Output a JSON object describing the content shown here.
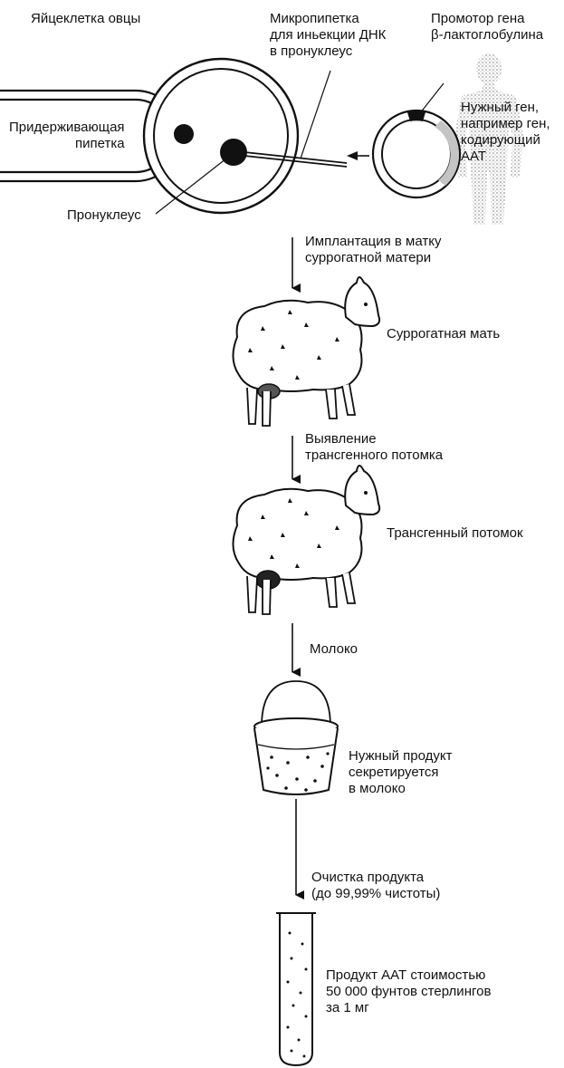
{
  "labels": {
    "egg_cell": "Яйцеклетка овцы",
    "micropipette": "Микропипетка\nдля иньекции ДНК\nв пронуклеус",
    "promoter": "Промотор гена\nβ-лактоглобулина",
    "holding_pipette": "Придерживающая\nпипетка",
    "target_gene": "Нужный ген,\nнапример ген,\nкодирующий\nААТ",
    "pronucleus": "Пронуклеус",
    "implantation": "Имплантация в матку\nсуррогатной матери",
    "surrogate": "Суррогатная мать",
    "detection": "Выявление\nтрансгенного потомка",
    "transgenic": "Трансгенный потомок",
    "milk": "Молоко",
    "secreted": "Нужный продукт\nсекретируется\nв молоко",
    "purification": "Очистка продукта\n(до 99,99% чистоты)",
    "product": "Продукт ААТ стоимостью\n50 000 фунтов стерлингов\nза 1 мг"
  },
  "icons": [
    "egg-cell-icon",
    "holding-pipette-icon",
    "micropipette-icon",
    "plasmid-icon",
    "human-silhouette-icon",
    "sheep-icon",
    "bucket-icon",
    "test-tube-icon",
    "down-arrow-icon"
  ],
  "colors": {
    "ink": "#111111",
    "udder_dark": "#333333",
    "stipple": "#bdbdbd"
  }
}
